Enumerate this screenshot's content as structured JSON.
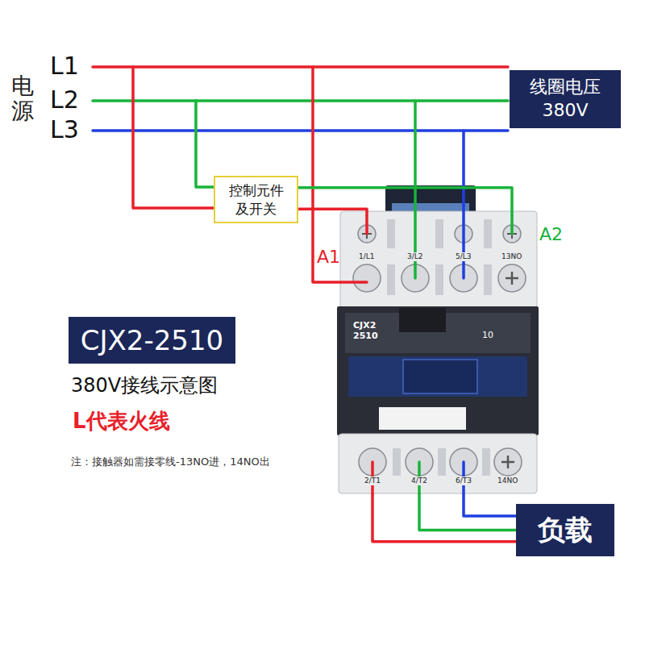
{
  "diagram": {
    "nodes": [
      {
        "text": [
          "线圈电压 380V"
        ]
      },
      {
        "text": [
          "控制元件 及开关"
        ]
      },
      {
        "text": [
          "CJX2 2510",
          "10"
        ]
      },
      {
        "text": [
          "CJX2-2510"
        ]
      },
      {
        "text": [
          "负载"
        ]
      }
    ],
    "edges": [
      {
        "from": 1,
        "to": 2,
        "arrow": "none"
      },
      {
        "from": 1,
        "to": 2,
        "arrow": "none"
      },
      {
        "from": 2,
        "to": 4,
        "arrow": "none"
      },
      {
        "from": 2,
        "to": 4,
        "arrow": "none"
      },
      {
        "from": 2,
        "to": 4,
        "arrow": "none"
      }
    ],
    "labels": [
      "电源",
      "L1",
      "L2",
      "L3",
      "A1",
      "A2",
      "1/L1",
      "3/L2",
      "5/L3",
      "13NO",
      "380V接线示意图",
      "L代表火线",
      "注：接触器如需接零线-13NO进，14NO出",
      "2/T1",
      "4/T2",
      "6/T3",
      "14NO"
    ]
  }
}
